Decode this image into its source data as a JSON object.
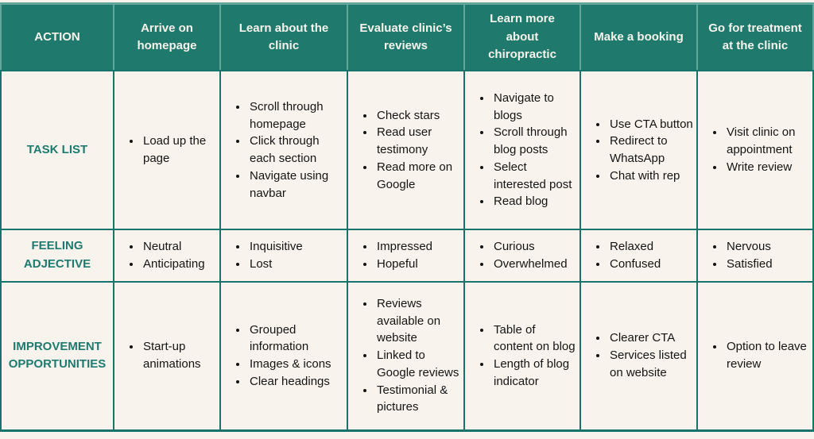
{
  "colors": {
    "header_bg": "#20796D",
    "header_divider": "#63A79B",
    "body_border": "#18746A",
    "cell_bg": "#F8F4ED",
    "header_text": "#F7F4EC",
    "row_label_text": "#1D7A6E",
    "body_text": "#141414"
  },
  "table": {
    "header": [
      "ACTION",
      "Arrive on homepage",
      "Learn  about the clinic",
      "Evaluate clinic’s reviews",
      "Learn more about chiropractic",
      "Make a booking",
      "Go for treatment at the clinic"
    ],
    "rows": [
      {
        "label": "TASK LIST",
        "cells": [
          [
            "Load up the page"
          ],
          [
            "Scroll through homepage",
            "Click through each section",
            "Navigate using navbar"
          ],
          [
            "Check stars",
            "Read user testimony",
            "Read more on Google"
          ],
          [
            "Navigate to blogs",
            "Scroll through blog posts",
            "Select interested post",
            "Read blog"
          ],
          [
            "Use CTA button",
            "Redirect to WhatsApp",
            "Chat with rep"
          ],
          [
            "Visit clinic on appointment",
            "Write review"
          ]
        ]
      },
      {
        "label": "FEELING ADJECTIVE",
        "cells": [
          [
            "Neutral",
            "Anticipating"
          ],
          [
            "Inquisitive",
            "Lost"
          ],
          [
            "Impressed",
            "Hopeful"
          ],
          [
            "Curious",
            "Overwhelmed"
          ],
          [
            "Relaxed",
            "Confused"
          ],
          [
            "Nervous",
            "Satisfied"
          ]
        ]
      },
      {
        "label": "IMPROVEMENT OPPORTUNITIES",
        "cells": [
          [
            "Start-up animations"
          ],
          [
            "Grouped information",
            "Images & icons",
            "Clear headings"
          ],
          [
            "Reviews available on website",
            "Linked to Google reviews",
            "Testimonial & pictures"
          ],
          [
            "Table of content on blog",
            "Length of blog indicator"
          ],
          [
            "Clearer CTA",
            "Services listed on website"
          ],
          [
            "Option to leave review"
          ]
        ]
      }
    ]
  }
}
